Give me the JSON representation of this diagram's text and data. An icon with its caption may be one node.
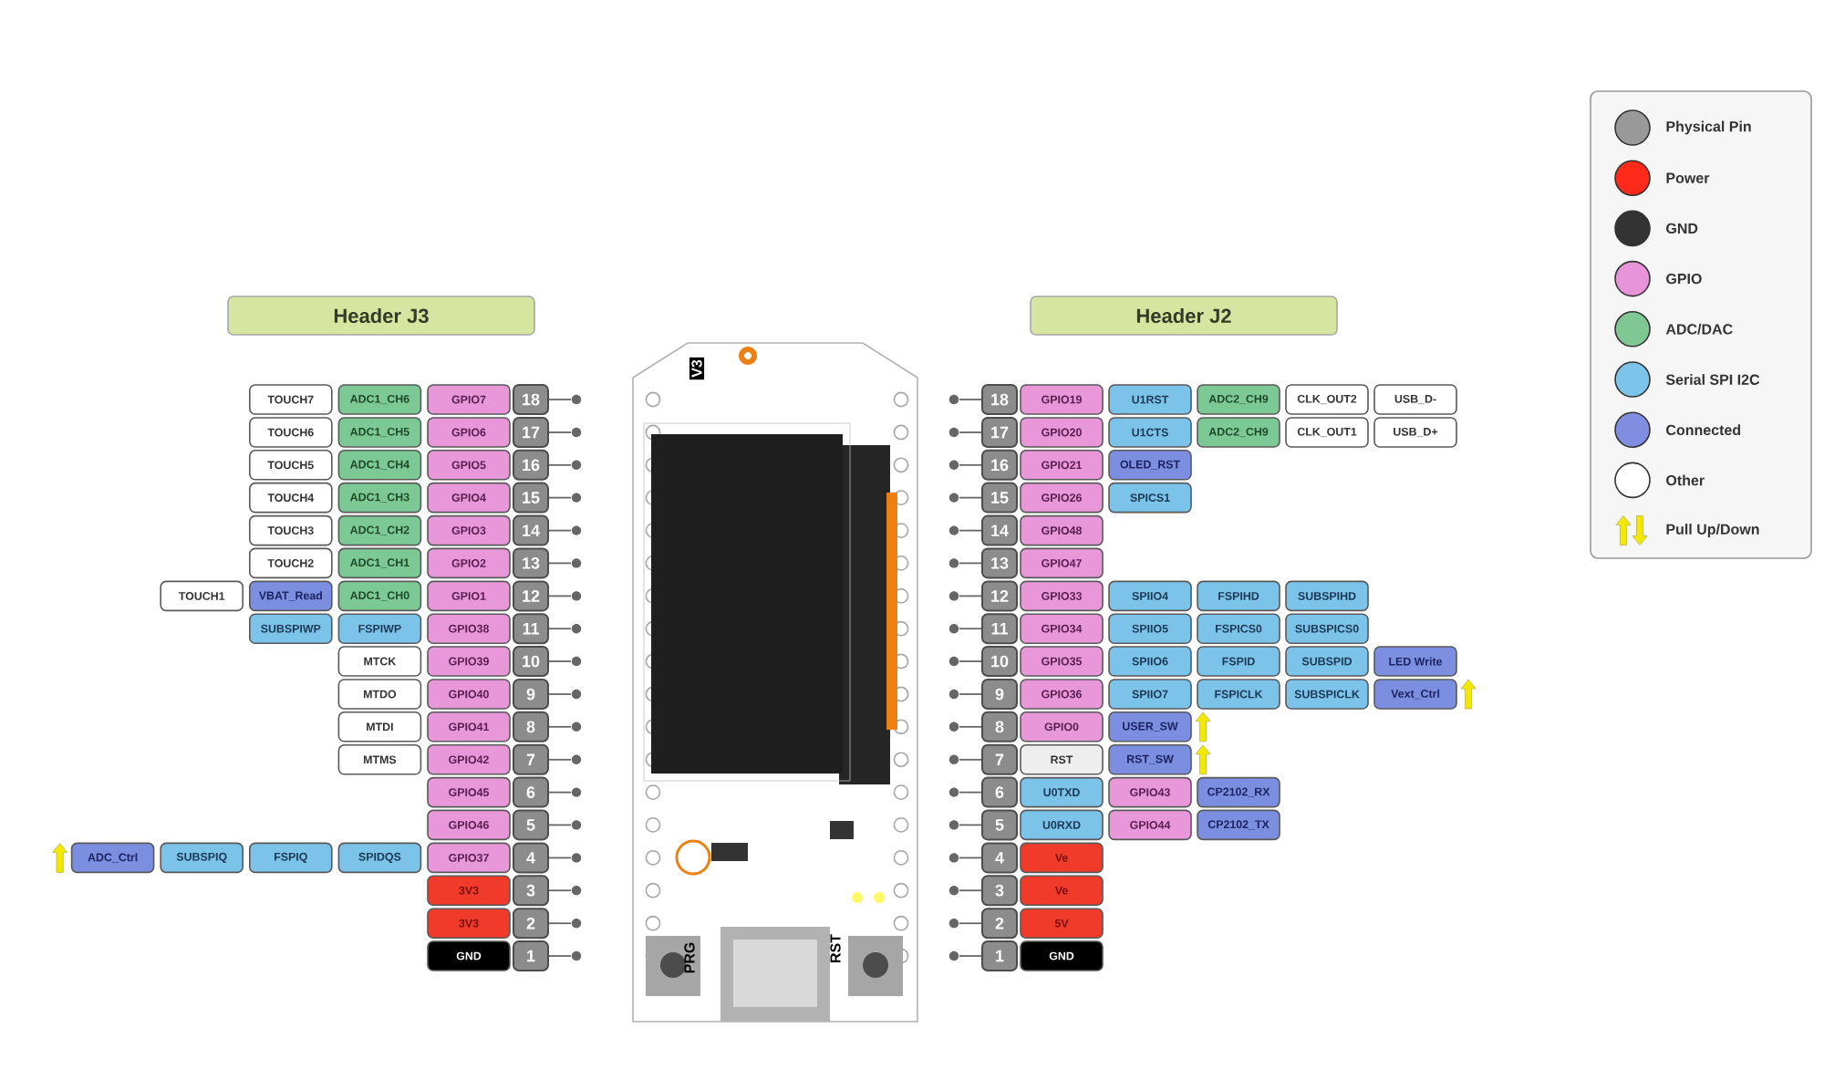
{
  "diagram": {
    "nodes": [
      {
        "text": [
          "Header J3"
        ]
      },
      {
        "text": [
          "Header J2"
        ]
      },
      {
        "text": [
          "18"
        ]
      },
      {
        "text": [
          "GPIO7"
        ]
      },
      {
        "text": [
          "ADC1_CH6"
        ]
      },
      {
        "text": [
          "TOUCH7"
        ]
      },
      {
        "text": [
          "17"
        ]
      },
      {
        "text": [
          "GPIO6"
        ]
      },
      {
        "text": [
          "ADC1_CH5"
        ]
      },
      {
        "text": [
          "TOUCH6"
        ]
      },
      {
        "text": [
          "16"
        ]
      },
      {
        "text": [
          "GPIO5"
        ]
      },
      {
        "text": [
          "ADC1_CH4"
        ]
      },
      {
        "text": [
          "TOUCH5"
        ]
      },
      {
        "text": [
          "15"
        ]
      },
      {
        "text": [
          "GPIO4"
        ]
      },
      {
        "text": [
          "ADC1_CH3"
        ]
      },
      {
        "text": [
          "TOUCH4"
        ]
      },
      {
        "text": [
          "14"
        ]
      },
      {
        "text": [
          "GPIO3"
        ]
      },
      {
        "text": [
          "ADC1_CH2"
        ]
      },
      {
        "text": [
          "TOUCH3"
        ]
      },
      {
        "text": [
          "13"
        ]
      },
      {
        "text": [
          "GPIO2"
        ]
      },
      {
        "text": [
          "ADC1_CH1"
        ]
      },
      {
        "text": [
          "TOUCH2"
        ]
      },
      {
        "text": [
          "12"
        ]
      },
      {
        "text": [
          "GPIO1"
        ]
      },
      {
        "text": [
          "ADC1_CH0"
        ]
      },
      {
        "text": [
          "VBAT_Read"
        ]
      },
      {
        "text": [
          "TOUCH1"
        ]
      },
      {
        "text": [
          "11"
        ]
      },
      {
        "text": [
          "GPIO38"
        ]
      },
      {
        "text": [
          "FSPIWP"
        ]
      },
      {
        "text": [
          "SUBSPIWP"
        ]
      },
      {
        "text": [
          "10"
        ]
      },
      {
        "text": [
          "GPIO39"
        ]
      },
      {
        "text": [
          "MTCK"
        ]
      },
      {
        "text": [
          "9"
        ]
      },
      {
        "text": [
          "GPIO40"
        ]
      },
      {
        "text": [
          "MTDO"
        ]
      },
      {
        "text": [
          "8"
        ]
      },
      {
        "text": [
          "GPIO41"
        ]
      },
      {
        "text": [
          "MTDI"
        ]
      },
      {
        "text": [
          "7"
        ]
      },
      {
        "text": [
          "GPIO42"
        ]
      },
      {
        "text": [
          "MTMS"
        ]
      },
      {
        "text": [
          "6"
        ]
      },
      {
        "text": [
          "GPIO45"
        ]
      },
      {
        "text": [
          "5"
        ]
      },
      {
        "text": [
          "GPIO46"
        ]
      },
      {
        "text": [
          "4"
        ]
      },
      {
        "text": [
          "GPIO37"
        ]
      },
      {
        "text": [
          "SPIDQS"
        ]
      },
      {
        "text": [
          "FSPIQ"
        ]
      },
      {
        "text": [
          "SUBSPIQ"
        ]
      },
      {
        "text": [
          "ADC_Ctrl"
        ]
      },
      {
        "text": [
          "3"
        ]
      },
      {
        "text": [
          "3V3"
        ]
      },
      {
        "text": [
          "2"
        ]
      },
      {
        "text": [
          "3V3"
        ]
      },
      {
        "text": [
          "1"
        ]
      },
      {
        "text": [
          "GND"
        ]
      },
      {
        "text": [
          "18"
        ]
      },
      {
        "text": [
          "GPIO19"
        ]
      },
      {
        "text": [
          "U1RST"
        ]
      },
      {
        "text": [
          "ADC2_CH9"
        ]
      },
      {
        "text": [
          "CLK_OUT2"
        ]
      },
      {
        "text": [
          "USB_D-"
        ]
      },
      {
        "text": [
          "17"
        ]
      },
      {
        "text": [
          "GPIO20"
        ]
      },
      {
        "text": [
          "U1CTS"
        ]
      },
      {
        "text": [
          "ADC2_CH9"
        ]
      },
      {
        "text": [
          "CLK_OUT1"
        ]
      },
      {
        "text": [
          "USB_D+"
        ]
      },
      {
        "text": [
          "16"
        ]
      },
      {
        "text": [
          "GPIO21"
        ]
      },
      {
        "text": [
          "OLED_RST"
        ]
      },
      {
        "text": [
          "15"
        ]
      },
      {
        "text": [
          "GPIO26"
        ]
      },
      {
        "text": [
          "SPICS1"
        ]
      },
      {
        "text": [
          "14"
        ]
      },
      {
        "text": [
          "GPIO48"
        ]
      },
      {
        "text": [
          "13"
        ]
      },
      {
        "text": [
          "GPIO47"
        ]
      },
      {
        "text": [
          "12"
        ]
      },
      {
        "text": [
          "GPIO33"
        ]
      },
      {
        "text": [
          "SPIIO4"
        ]
      },
      {
        "text": [
          "FSPIHD"
        ]
      },
      {
        "text": [
          "SUBSPIHD"
        ]
      },
      {
        "text": [
          "11"
        ]
      },
      {
        "text": [
          "GPIO34"
        ]
      },
      {
        "text": [
          "SPIIO5"
        ]
      },
      {
        "text": [
          "FSPICS0"
        ]
      },
      {
        "text": [
          "SUBSPICS0"
        ]
      },
      {
        "text": [
          "10"
        ]
      },
      {
        "text": [
          "GPIO35"
        ]
      },
      {
        "text": [
          "SPIIO6"
        ]
      },
      {
        "text": [
          "FSPID"
        ]
      },
      {
        "text": [
          "SUBSPID"
        ]
      },
      {
        "text": [
          "LED Write"
        ]
      },
      {
        "text": [
          "9"
        ]
      },
      {
        "text": [
          "GPIO36"
        ]
      },
      {
        "text": [
          "SPIIO7"
        ]
      },
      {
        "text": [
          "FSPICLK"
        ]
      },
      {
        "text": [
          "SUBSPICLK"
        ]
      },
      {
        "text": [
          "Vext_Ctrl"
        ]
      },
      {
        "text": [
          "8"
        ]
      },
      {
        "text": [
          "GPIO0"
        ]
      },
      {
        "text": [
          "USER_SW"
        ]
      },
      {
        "text": [
          "7"
        ]
      },
      {
        "text": [
          "RST"
        ]
      },
      {
        "text": [
          "RST_SW"
        ]
      },
      {
        "text": [
          "6"
        ]
      },
      {
        "text": [
          "U0TXD"
        ]
      },
      {
        "text": [
          "GPIO43"
        ]
      },
      {
        "text": [
          "CP2102_RX"
        ]
      },
      {
        "text": [
          "5"
        ]
      },
      {
        "text": [
          "U0RXD"
        ]
      },
      {
        "text": [
          "GPIO44"
        ]
      },
      {
        "text": [
          "CP2102_TX"
        ]
      },
      {
        "text": [
          "4"
        ]
      },
      {
        "text": [
          "Ve"
        ]
      },
      {
        "text": [
          "3"
        ]
      },
      {
        "text": [
          "Ve"
        ]
      },
      {
        "text": [
          "2"
        ]
      },
      {
        "text": [
          "5V"
        ]
      },
      {
        "text": [
          "1"
        ]
      },
      {
        "text": [
          "GND"
        ]
      }
    ],
    "labels": [
      "V3",
      "PRG",
      "RST"
    ],
    "legend": [
      {
        "text": "Physical Pin",
        "color": "#999999"
      },
      {
        "text": "Power",
        "color": "#ff2a1a"
      },
      {
        "text": "GND",
        "color": "#333333"
      },
      {
        "text": "GPIO",
        "color": "#e894d8"
      },
      {
        "text": "ADC/DAC",
        "color": "#7fc894"
      },
      {
        "text": "Serial SPI I2C",
        "color": "#7cc4ea"
      },
      {
        "text": "Connected",
        "color": "#7f8ee0"
      },
      {
        "text": "Other",
        "color": "#ffffff"
      },
      {
        "text": "Pull Up/Down"
      }
    ]
  }
}
